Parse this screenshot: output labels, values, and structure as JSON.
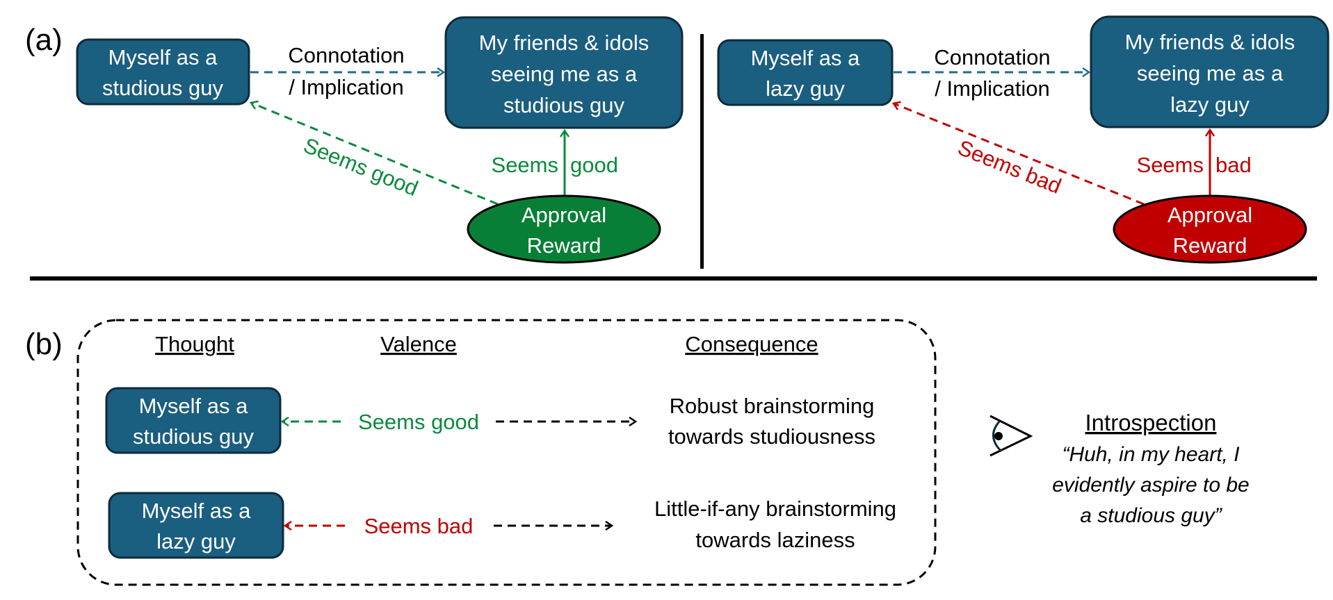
{
  "panel_a": {
    "label": "(a)",
    "left": {
      "self_box": [
        "Myself as a",
        "studious guy"
      ],
      "others_box": [
        "My friends & idols",
        "seeing me as a",
        "studious guy"
      ],
      "connotation": [
        "Connotation",
        "/ Implication"
      ],
      "diagonal_label": "Seems good",
      "vertical_label_left": "Seems",
      "vertical_label_right": "good",
      "reward": [
        "Approval",
        "Reward"
      ],
      "reward_color": "#087f36",
      "valence_color": "#0a8a3c"
    },
    "right": {
      "self_box": [
        "Myself as a",
        "lazy guy"
      ],
      "others_box": [
        "My friends & idols",
        "seeing me as a",
        "lazy guy"
      ],
      "connotation": [
        "Connotation",
        "/ Implication"
      ],
      "diagonal_label": "Seems bad",
      "vertical_label_left": "Seems",
      "vertical_label_right": "bad",
      "reward": [
        "Approval",
        "Reward"
      ],
      "reward_color": "#c00000",
      "valence_color": "#c00000"
    }
  },
  "panel_b": {
    "label": "(b)",
    "headers": {
      "thought": "Thought",
      "valence": "Valence",
      "consequence": "Consequence"
    },
    "rows": [
      {
        "thought": [
          "Myself as a",
          "studious guy"
        ],
        "valence": "Seems good",
        "valence_color": "#0a8a3c",
        "consequence": [
          "Robust brainstorming",
          "towards studiousness"
        ]
      },
      {
        "thought": [
          "Myself as a",
          "lazy guy"
        ],
        "valence": "Seems bad",
        "valence_color": "#c00000",
        "consequence": [
          "Little-if-any brainstorming",
          "towards laziness"
        ]
      }
    ],
    "introspection": {
      "icon": "eye-icon",
      "title": "Introspection",
      "quote": [
        "“Huh, in my heart, I",
        "evidently aspire to be",
        "a studious guy”"
      ]
    }
  },
  "colors": {
    "box_fill": "#1a5e80",
    "box_stroke": "#0d2b3a",
    "connotation_arrow": "#1f6b8e"
  }
}
